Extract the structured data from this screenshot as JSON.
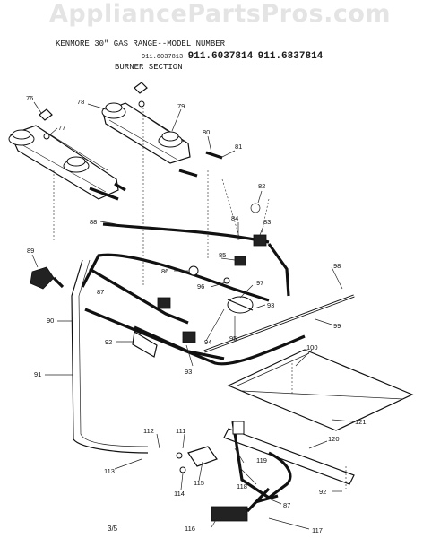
{
  "watermark": "AppliancePartsPros.com",
  "header": {
    "line1": "KENMORE 30\" GAS RANGE--MODEL NUMBER",
    "line2_small": "911.6037813",
    "line2_a": "911.6037814",
    "line2_b": "911.6837814",
    "line3": "BURNER SECTION"
  },
  "callouts": [
    "76",
    "77",
    "78",
    "79",
    "80",
    "81",
    "82",
    "83",
    "84",
    "85",
    "86",
    "87",
    "88",
    "89",
    "90",
    "91",
    "92",
    "93",
    "94",
    "95",
    "96",
    "97",
    "98",
    "99",
    "100",
    "111",
    "112",
    "113",
    "114",
    "115",
    "116",
    "117",
    "118",
    "119",
    "120",
    "121"
  ],
  "footer": {
    "page": "3/5"
  }
}
